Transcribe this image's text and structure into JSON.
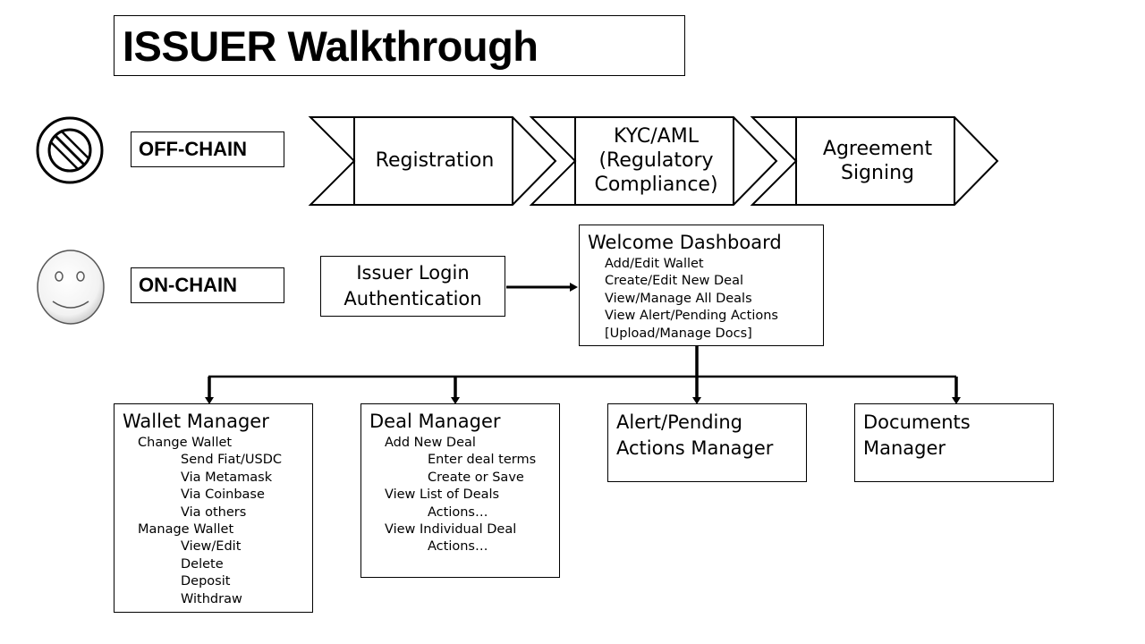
{
  "title": "ISSUER Walkthrough",
  "lanes": {
    "offchain": {
      "label": "OFF-CHAIN",
      "icon": "no-symbol-icon"
    },
    "onchain": {
      "label": "ON-CHAIN",
      "icon": "smiley-face-icon"
    }
  },
  "offchain_steps": [
    {
      "label": "Registration"
    },
    {
      "label_lines": [
        "KYC/AML",
        "(Regulatory",
        "Compliance)"
      ]
    },
    {
      "label_lines": [
        "Agreement",
        "Signing"
      ]
    }
  ],
  "login": {
    "lines": [
      "Issuer Login",
      "Authentication"
    ]
  },
  "dashboard": {
    "title": "Welcome Dashboard",
    "items": [
      "Add/Edit Wallet",
      "Create/Edit New Deal",
      "View/Manage All Deals",
      "View Alert/Pending Actions",
      "[Upload/Manage Docs]"
    ]
  },
  "managers": {
    "wallet": {
      "title": "Wallet Manager",
      "items": [
        {
          "text": "Change Wallet",
          "level": 1
        },
        {
          "text": "Send Fiat/USDC",
          "level": 2
        },
        {
          "text": "Via Metamask",
          "level": 2
        },
        {
          "text": "Via Coinbase",
          "level": 2
        },
        {
          "text": "Via others",
          "level": 2
        },
        {
          "text": "Manage Wallet",
          "level": 1
        },
        {
          "text": "View/Edit",
          "level": 2
        },
        {
          "text": "Delete",
          "level": 2
        },
        {
          "text": "Deposit",
          "level": 2
        },
        {
          "text": "Withdraw",
          "level": 2
        }
      ]
    },
    "deal": {
      "title": "Deal Manager",
      "items": [
        {
          "text": "Add New Deal",
          "level": 1
        },
        {
          "text": "Enter deal terms",
          "level": 2
        },
        {
          "text": "Create or Save",
          "level": 2
        },
        {
          "text": "View List of Deals",
          "level": 1
        },
        {
          "text": "Actions…",
          "level": 2
        },
        {
          "text": "View Individual Deal",
          "level": 1
        },
        {
          "text": "Actions…",
          "level": 2
        }
      ]
    },
    "alert": {
      "title_lines": [
        "Alert/Pending",
        "Actions Manager"
      ]
    },
    "documents": {
      "title_lines": [
        "Documents",
        "Manager"
      ]
    }
  }
}
